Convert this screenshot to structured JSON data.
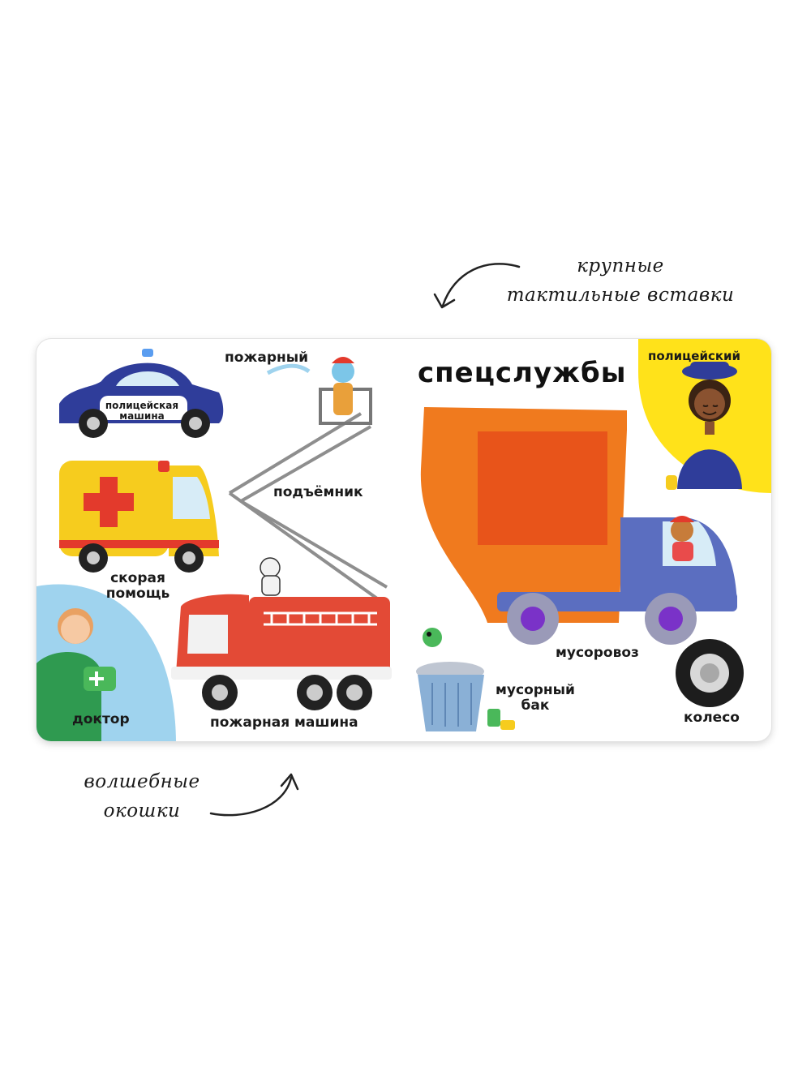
{
  "annotations": {
    "top_note": [
      "крупные",
      "тактильные вставки"
    ],
    "bottom_note": [
      "волшебные",
      "окошки"
    ]
  },
  "page": {
    "title": "спецслужбы",
    "labels": {
      "police_car": [
        "полицейская",
        "машина"
      ],
      "firefighter": "пожарный",
      "ambulance": [
        "скорая",
        "помощь"
      ],
      "lift": "подъёмник",
      "doctor": "доктор",
      "fire_truck": "пожарная машина",
      "policewoman": "полицейский",
      "garbage_truck": "мусоровоз",
      "trash_can": [
        "мусорный",
        "бак"
      ],
      "wheel": "колесо"
    }
  },
  "colors": {
    "police_blue": "#2f3d9a",
    "ambulance_yellow": "#f6cc1e",
    "cross_red": "#e33a2c",
    "fire_red": "#e34a36",
    "garbage_orange": "#f07a1e",
    "truck_blue": "#5b6ec0",
    "doctor_window": "#9fd3ee",
    "police_window": "#ffe21a"
  }
}
